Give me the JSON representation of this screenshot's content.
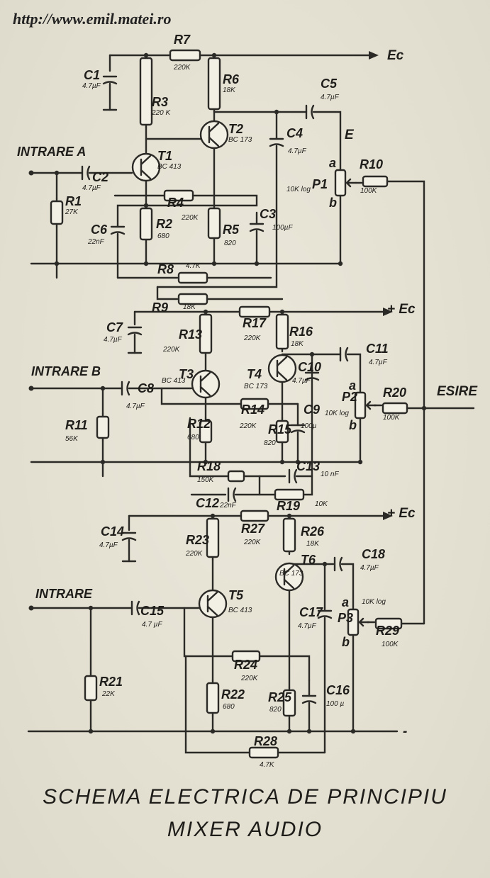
{
  "header": {
    "url": "http://www.emil.matei.ro"
  },
  "title": {
    "line1": "SCHEMA  ELECTRICA  DE  PRINCIPIU",
    "line2": "MIXER  AUDIO"
  },
  "labels": {
    "ec": "Ec",
    "ec_plus": "+ Ec",
    "e": "E",
    "esire": "ESIRE",
    "intrare_a": "INTRARE  A",
    "intrare_b": "INTRARE  B",
    "intrare": "INTRARE",
    "a": "a",
    "b": "b",
    "minus": "-"
  },
  "components": {
    "R1": {
      "name": "R1",
      "value": "27K"
    },
    "R2": {
      "name": "R2",
      "value": "680"
    },
    "R3": {
      "name": "R3",
      "value": "220 K"
    },
    "R4": {
      "name": "R4",
      "value": "220K"
    },
    "R5": {
      "name": "R5",
      "value": "820"
    },
    "R6": {
      "name": "R6",
      "value": "18K"
    },
    "R7": {
      "name": "R7",
      "value": "220K"
    },
    "R8": {
      "name": "R8",
      "value": "4.7K"
    },
    "R9": {
      "name": "R9",
      "value": "18K"
    },
    "R10": {
      "name": "R10",
      "value": "100K"
    },
    "R11": {
      "name": "R11",
      "value": "56K"
    },
    "R12": {
      "name": "R12",
      "value": "680"
    },
    "R13": {
      "name": "R13",
      "value": "220K"
    },
    "R14": {
      "name": "R14",
      "value": "220K"
    },
    "R15": {
      "name": "R15",
      "value": "820"
    },
    "R16": {
      "name": "R16",
      "value": "18K"
    },
    "R17": {
      "name": "R17",
      "value": "220K"
    },
    "R18": {
      "name": "R18",
      "value": "150K"
    },
    "R19": {
      "name": "R19",
      "value": "10K"
    },
    "R20": {
      "name": "R20",
      "value": "100K"
    },
    "R21": {
      "name": "R21",
      "value": "22K"
    },
    "R22": {
      "name": "R22",
      "value": "680"
    },
    "R23": {
      "name": "R23",
      "value": "220K"
    },
    "R24": {
      "name": "R24",
      "value": "220K"
    },
    "R25": {
      "name": "R25",
      "value": "820"
    },
    "R26": {
      "name": "R26",
      "value": "18K"
    },
    "R27": {
      "name": "R27",
      "value": "220K"
    },
    "R28": {
      "name": "R28",
      "value": "4.7K"
    },
    "R29": {
      "name": "R29",
      "value": "100K"
    },
    "C1": {
      "name": "C1",
      "value": "4.7µF"
    },
    "C2": {
      "name": "C2",
      "value": "4.7µF"
    },
    "C3": {
      "name": "C3",
      "value": "100µF"
    },
    "C4": {
      "name": "C4",
      "value": "4.7µF"
    },
    "C5": {
      "name": "C5",
      "value": "4.7µF"
    },
    "C6": {
      "name": "C6",
      "value": "22nF"
    },
    "C7": {
      "name": "C7",
      "value": "4.7µF"
    },
    "C8": {
      "name": "C8",
      "value": "4.7µF"
    },
    "C9": {
      "name": "C9",
      "value": "100µ"
    },
    "C10": {
      "name": "C10",
      "value": "4.7µF"
    },
    "C11": {
      "name": "C11",
      "value": "4.7µF"
    },
    "C12": {
      "name": "C12",
      "value": "22nF"
    },
    "C13": {
      "name": "C13",
      "value": "10 nF"
    },
    "C14": {
      "name": "C14",
      "value": "4.7µF"
    },
    "C15": {
      "name": "C15",
      "value": "4.7 µF"
    },
    "C16": {
      "name": "C16",
      "value": "100 µ"
    },
    "C17": {
      "name": "C17",
      "value": "4.7µF"
    },
    "C18": {
      "name": "C18",
      "value": "4.7µF"
    },
    "T1": {
      "name": "T1",
      "value": "BC 413"
    },
    "T2": {
      "name": "T2",
      "value": "BC 173"
    },
    "T3": {
      "name": "T3",
      "value": "BC 413"
    },
    "T4": {
      "name": "T4",
      "value": "BC 173"
    },
    "T5": {
      "name": "T5",
      "value": "BC 413"
    },
    "T6": {
      "name": "T6",
      "value": "BC 173"
    },
    "P1": {
      "name": "P1",
      "value": "10K log"
    },
    "P2": {
      "name": "P2",
      "value": "10K log"
    },
    "P3": {
      "name": "P3",
      "value": "10K log"
    }
  }
}
